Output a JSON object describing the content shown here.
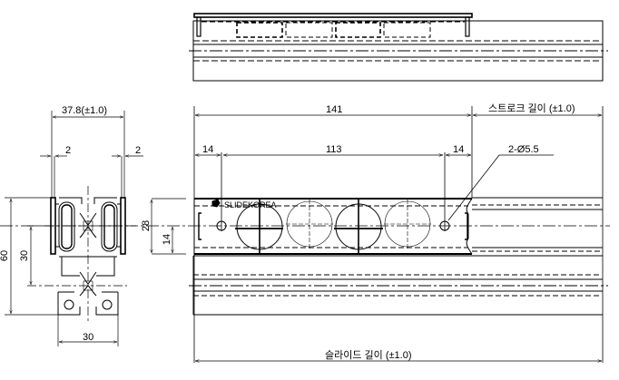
{
  "drawing": {
    "side_view": {
      "width_dim": "37.8(±1.0)",
      "gap_left": "2",
      "gap_right": "2",
      "height_dim": "60",
      "pitch_dim": "30",
      "base_width_dim": "30"
    },
    "front_view": {
      "slider_length": "141",
      "stroke_label": "스트로크 길이 (±1.0)",
      "edge_left": "14",
      "hole_pitch": "113",
      "edge_right": "14",
      "hole_callout": "2-Ø5.5",
      "height_dim": "28",
      "half_height_dim": "14",
      "logo_text": "SLIDEKOREA",
      "slide_length_label": "슬라이드 길이 (±1.0)"
    }
  }
}
